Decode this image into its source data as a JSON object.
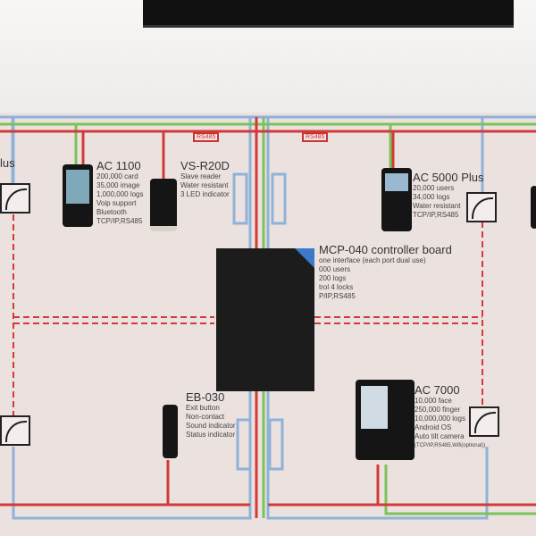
{
  "labels": {
    "rs485_left": "RS485",
    "rs485_right": "RS485",
    "partial_left": "lus"
  },
  "devices": {
    "ac1100": {
      "title": "AC 1100",
      "specs": [
        "200,000 card",
        "35,000 image",
        "1,000,000 logs",
        "Voip support",
        "Bluetooth",
        "TCP/IP,RS485"
      ]
    },
    "vsr20d": {
      "title": "VS-R20D",
      "specs": [
        "Slave reader",
        "Water resistant",
        "3 LED indicator"
      ]
    },
    "ac5000": {
      "title": "AC 5000 Plus",
      "specs": [
        "20,000 users",
        "34,000 logs",
        "Water resistant",
        "TCP/IP,RS485"
      ]
    },
    "mcp040": {
      "title": "MCP-040 controller board",
      "specs": [
        "one interface (each port dual use)",
        "000 users",
        "200 logs",
        "trol 4 locks",
        "P/IP,RS485"
      ]
    },
    "eb030": {
      "title": "EB-030",
      "specs": [
        "Exit button",
        "Non-contact",
        "Sound indicator",
        "Status indicator"
      ]
    },
    "ac7000": {
      "title": "AC 7000",
      "specs": [
        "10,000 face",
        "250,000 finger",
        "10,000,000 logs",
        "Android OS",
        "Auto tilt camera",
        "(TCP/IP,RS485,Wifi(optional))"
      ]
    }
  },
  "colors": {
    "red": "#d23a3a",
    "green": "#7cc25a",
    "blue": "#8fb2d8"
  }
}
